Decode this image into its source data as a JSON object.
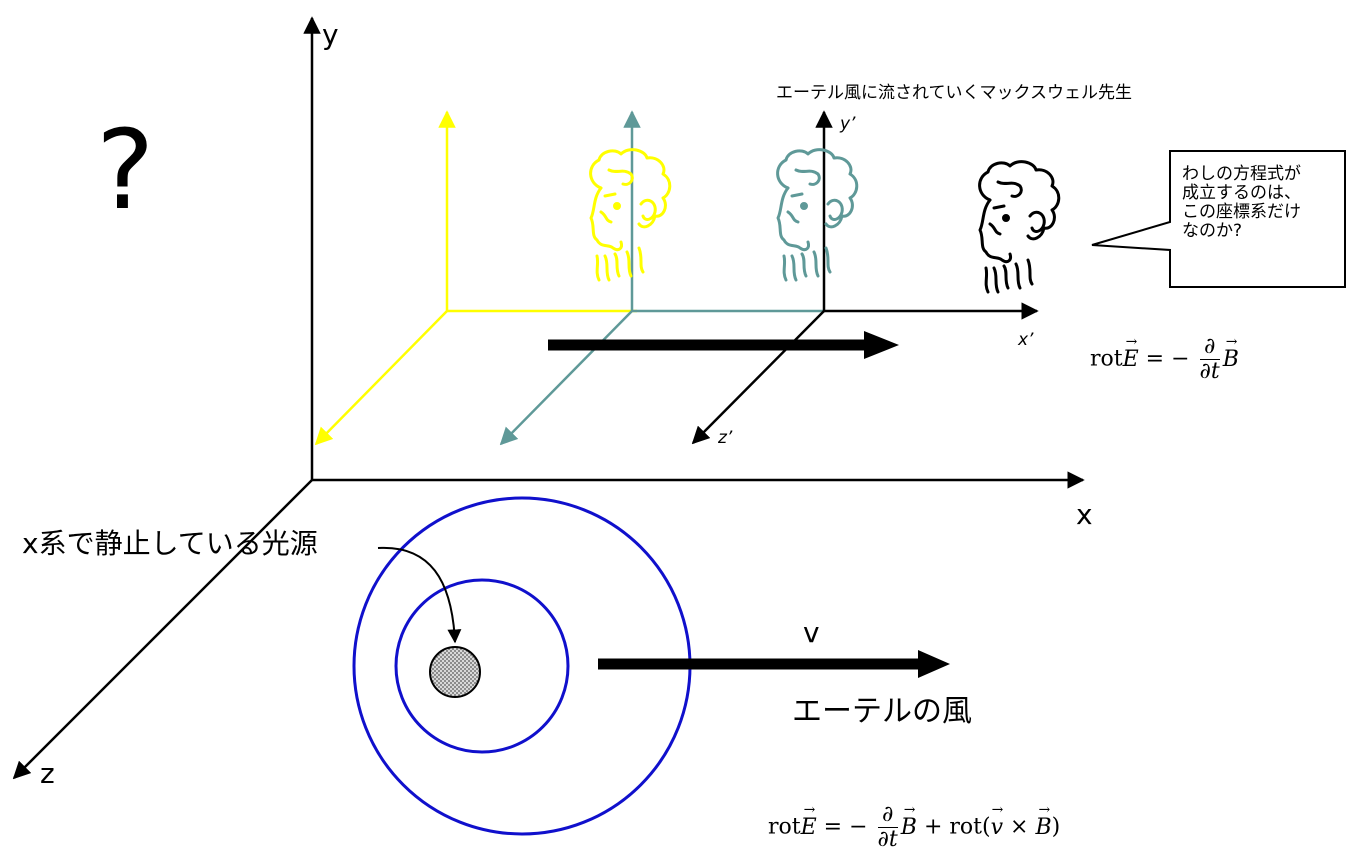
{
  "title": "エーテル風に流されていくマックスウェル先生",
  "question_mark": "?",
  "axes": {
    "main": {
      "x": "x",
      "y": "y",
      "z": "z"
    },
    "moving": {
      "x": "x’",
      "y": "y’",
      "z": "z’"
    }
  },
  "speech_bubble": "わしの方程式が\n成立するのは、\nこの座標系だけ\nなのか?",
  "light_source_label": "x系で静止している光源",
  "wind": {
    "velocity_label": "v",
    "label": "エーテルの風"
  },
  "equations": {
    "moving_frame": {
      "lhs": "rot",
      "field": "E",
      "eq": "= −",
      "num": "∂",
      "den": "∂t",
      "rhs_field": "B"
    },
    "rest_frame": {
      "lhs": "rot",
      "field": "E",
      "eq": "= −",
      "num": "∂",
      "den": "∂t",
      "rhs_field": "B",
      "extra": "+ rot(",
      "v": "v",
      "times": "×",
      "b": "B",
      "close": ")"
    }
  },
  "colors": {
    "frame1": "#ffff00",
    "frame2": "#5f9998",
    "frame3": "#000000",
    "wave": "#1010cc",
    "source_fill": "#bdbdbd"
  }
}
